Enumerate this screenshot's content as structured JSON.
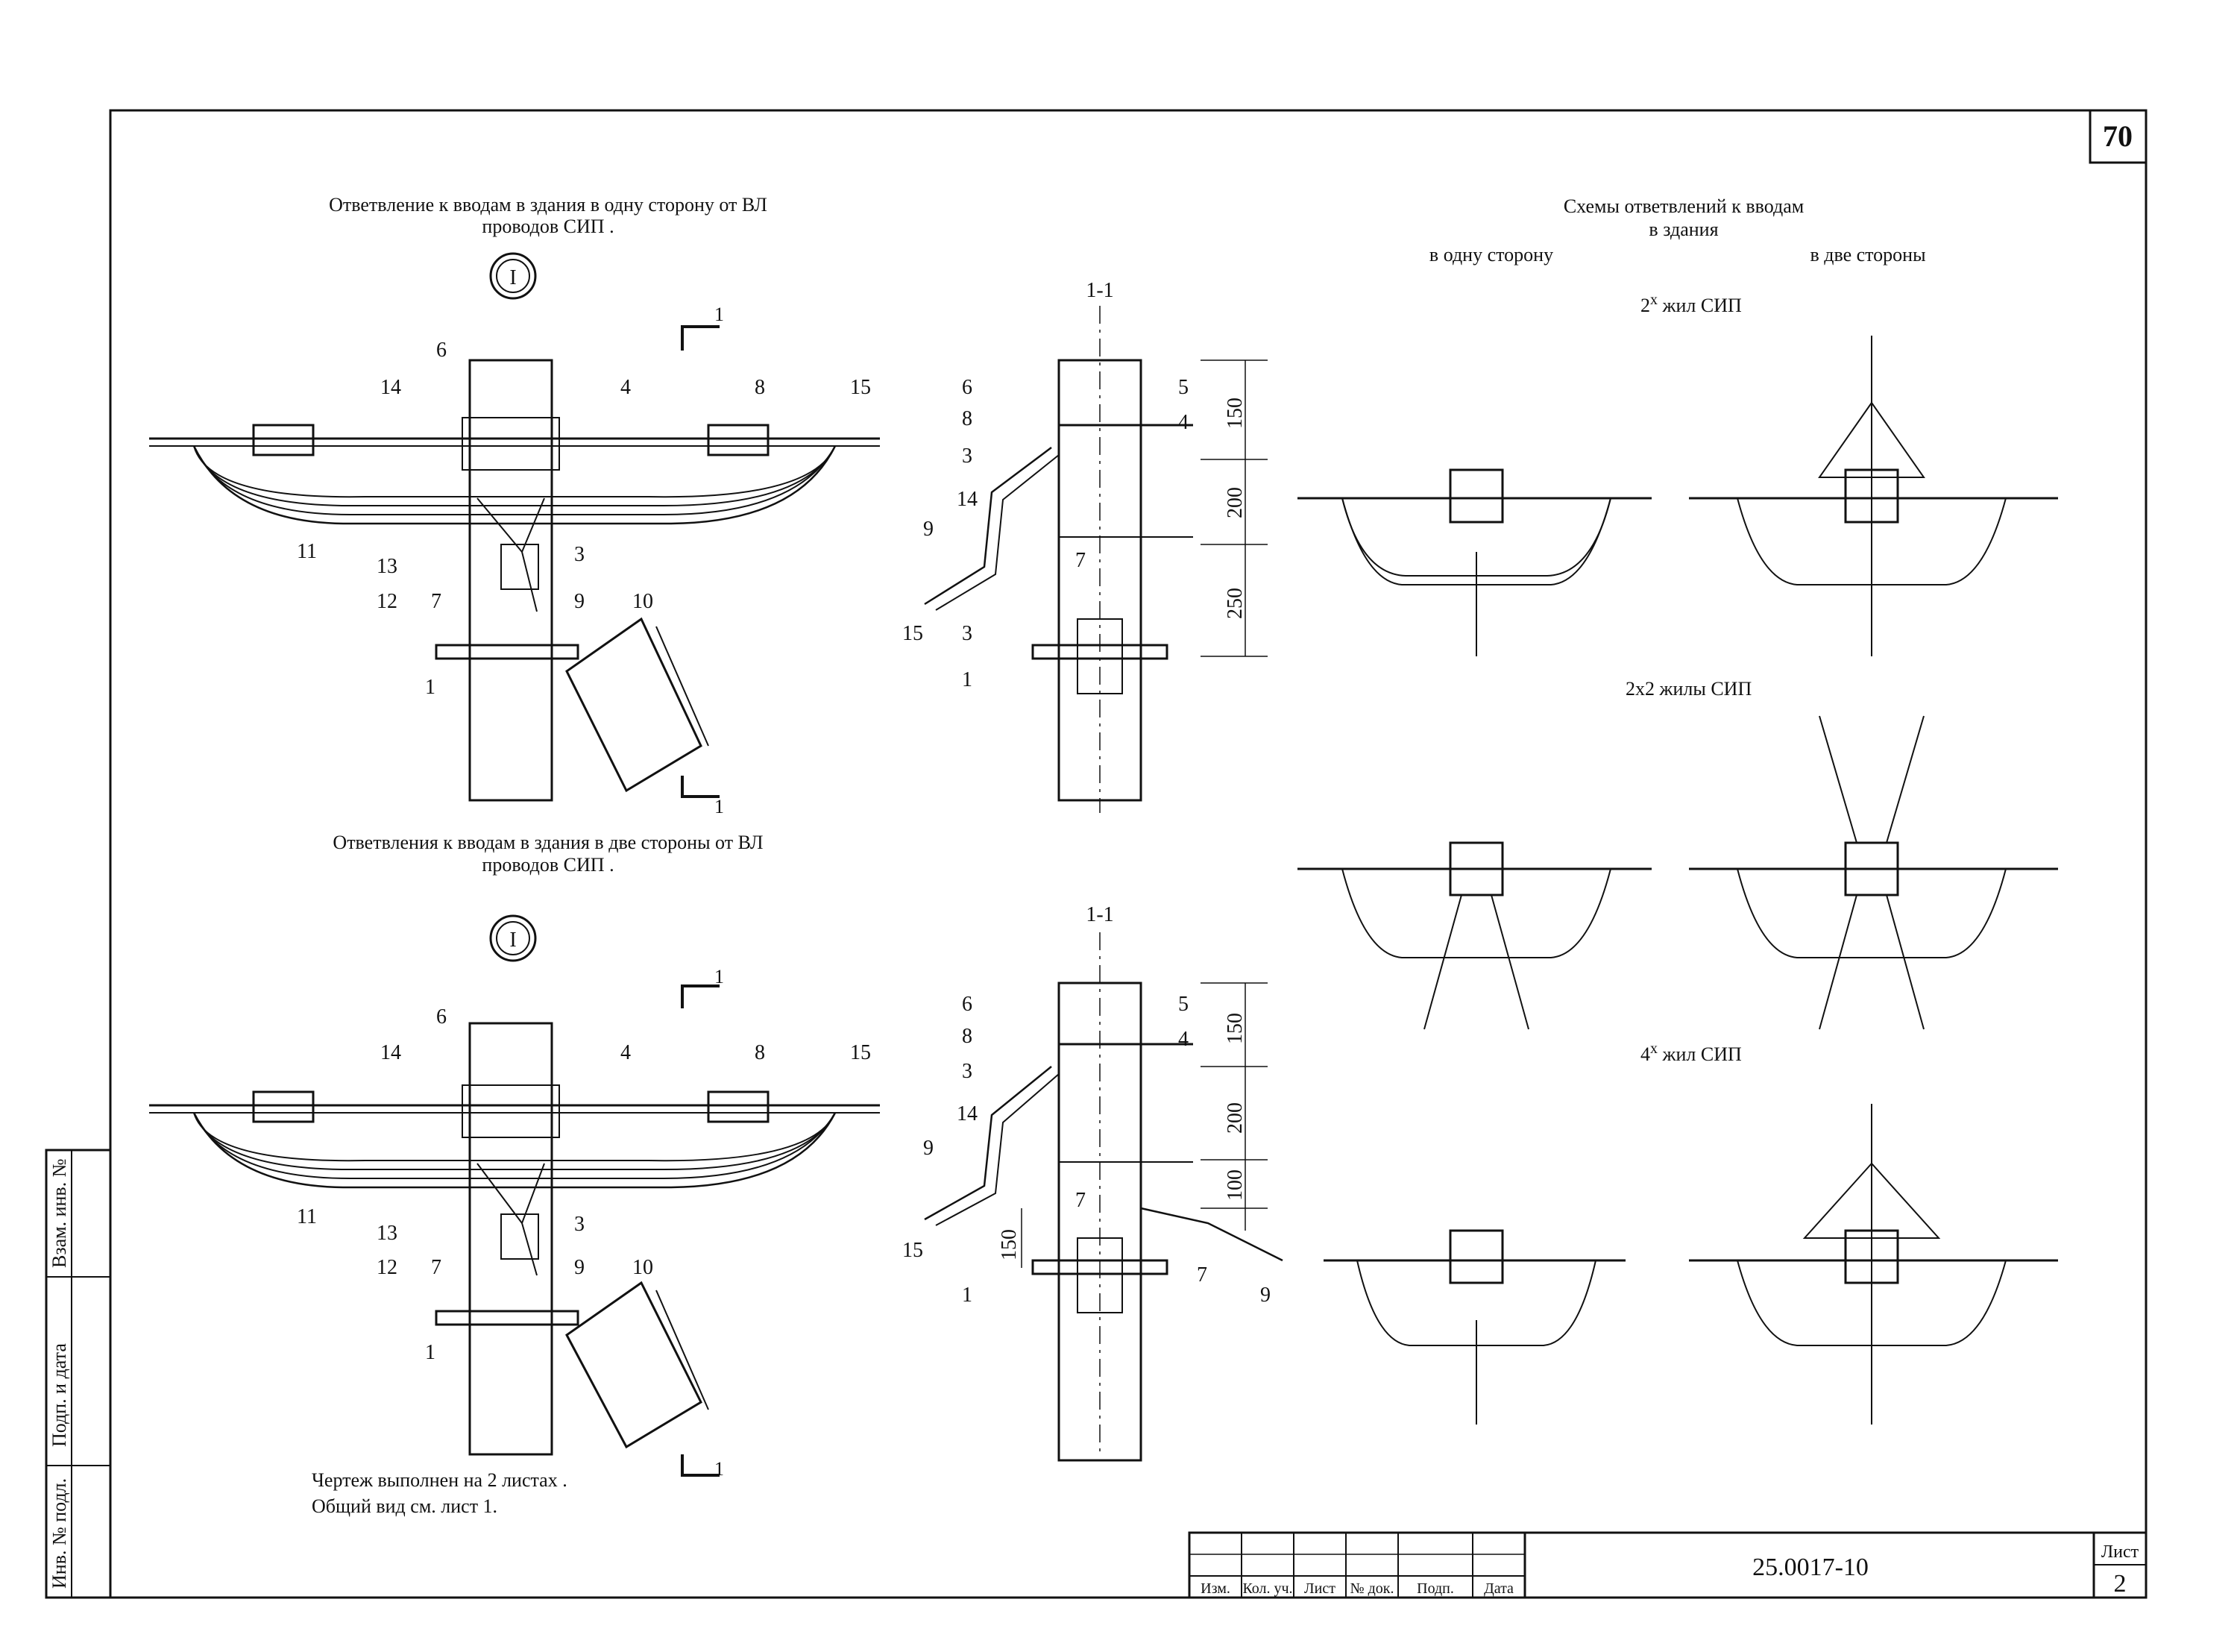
{
  "sheet": {
    "page_no": "70",
    "doc_code": "25.0017-10",
    "list_label": "Лист",
    "list_no": "2"
  },
  "top_view": {
    "title_line1": "Ответвление к вводам в здания в одну сторону от ВЛ",
    "title_line2": "проводов СИП .",
    "node_mark": "I",
    "cut_mark": "1",
    "callouts": [
      "6",
      "14",
      "4",
      "8",
      "15",
      "11",
      "13",
      "12",
      "7",
      "9",
      "3",
      "10",
      "1"
    ]
  },
  "top_section": {
    "label": "1-1",
    "dims": [
      "150",
      "200",
      "250"
    ],
    "callouts": [
      "6",
      "5",
      "8",
      "4",
      "3",
      "14",
      "9",
      "7",
      "15",
      "3",
      "1"
    ]
  },
  "bottom_view": {
    "title_line1": "Ответвления к вводам в здания в две стороны от ВЛ",
    "title_line2": "проводов СИП .",
    "node_mark": "I",
    "cut_mark": "1",
    "callouts": [
      "6",
      "14",
      "4",
      "8",
      "15",
      "11",
      "13",
      "12",
      "7",
      "3",
      "9",
      "10",
      "1"
    ]
  },
  "bottom_section": {
    "label": "1-1",
    "dims": [
      "150",
      "200",
      "100",
      "150"
    ],
    "callouts": [
      "6",
      "5",
      "8",
      "4",
      "3",
      "14",
      "9",
      "7",
      "15",
      "1",
      "7",
      "9"
    ]
  },
  "schemes": {
    "title_line1": "Схемы ответвлений к вводам",
    "title_line2": "в здания",
    "col_one_side": "в одну сторону",
    "col_two_sides": "в две стороны",
    "row1": "2",
    "row1_sup": "х",
    "row1_rest": " жил СИП",
    "row2": "2х2 жилы СИП",
    "row3": "4",
    "row3_sup": "х",
    "row3_rest": " жил СИП"
  },
  "notes": {
    "line1": "Чертеж выполнен на 2 листах .",
    "line2": "Общий вид см. лист 1."
  },
  "side_stamp": {
    "inv_podl": "Инв. № подл.",
    "podp_data": "Подп. и дата",
    "vzam_inv": "Взам. инв. №"
  },
  "title_block": {
    "col_izm": "Изм.",
    "col_kol": "Кол. уч.",
    "col_list": "Лист",
    "col_doc": "№ док.",
    "col_podp": "Подп.",
    "col_data": "Дата"
  }
}
